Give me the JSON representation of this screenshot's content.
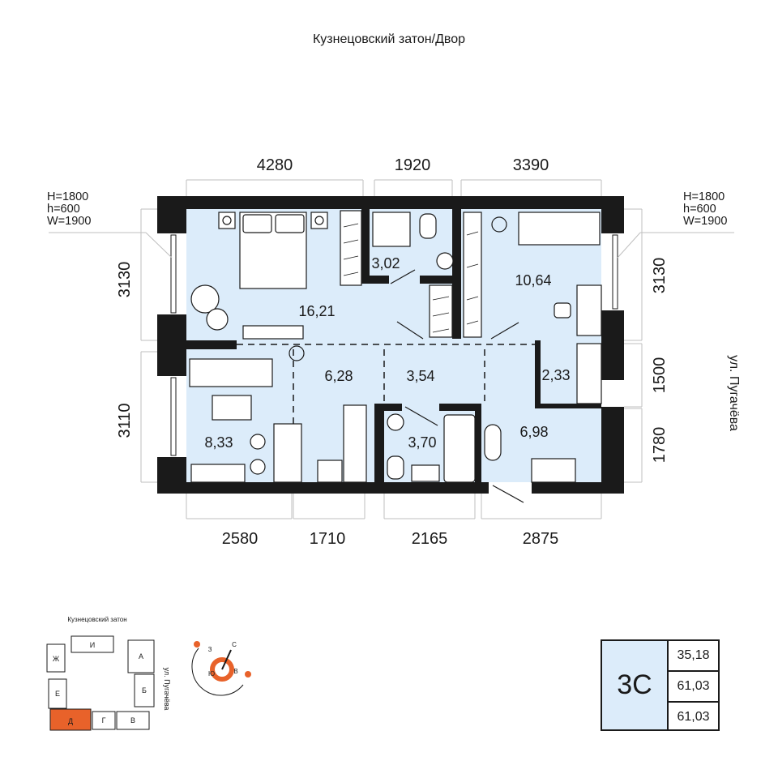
{
  "header": {
    "title": "Кузнецовский затон/Двор"
  },
  "street_side": "ул. Пугачёва",
  "windows": {
    "left": [
      "H=1800",
      "h=600",
      "W=1900"
    ],
    "right": [
      "H=1800",
      "h=600",
      "W=1900"
    ]
  },
  "dimensions": {
    "top": [
      "4280",
      "1920",
      "3390"
    ],
    "bottom": [
      "2580",
      "1710",
      "2165",
      "2875"
    ],
    "left": [
      "3130",
      "3110"
    ],
    "right": [
      "3130",
      "1500",
      "1780"
    ]
  },
  "rooms": [
    {
      "name": "bedroom-main",
      "area": "16,21"
    },
    {
      "name": "bathroom-top",
      "area": "3,02"
    },
    {
      "name": "bedroom-right",
      "area": "10,64"
    },
    {
      "name": "kitchen-zone",
      "area": "6,28"
    },
    {
      "name": "corridor",
      "area": "3,54"
    },
    {
      "name": "storage",
      "area": "2,33"
    },
    {
      "name": "living-room",
      "area": "8,33"
    },
    {
      "name": "bathroom-bottom",
      "area": "3,70"
    },
    {
      "name": "hall",
      "area": "6,98"
    }
  ],
  "site_plan": {
    "title": "Кузнецовский затон",
    "street": "ул. Пугачёва",
    "sections": [
      "Ж",
      "И",
      "А",
      "Е",
      "Б",
      "Д",
      "Г",
      "В"
    ],
    "highlight": "Д",
    "highlight_color": "#e8622a"
  },
  "compass": {
    "labels": [
      "З",
      "С",
      "Ю",
      "В"
    ],
    "accent": "#e8622a"
  },
  "info": {
    "type": "3С",
    "values": [
      "35,18",
      "61,03",
      "61,03"
    ]
  },
  "colors": {
    "floor": "#dcecfa",
    "wall": "#1a1a1a",
    "accent": "#e8622a"
  }
}
